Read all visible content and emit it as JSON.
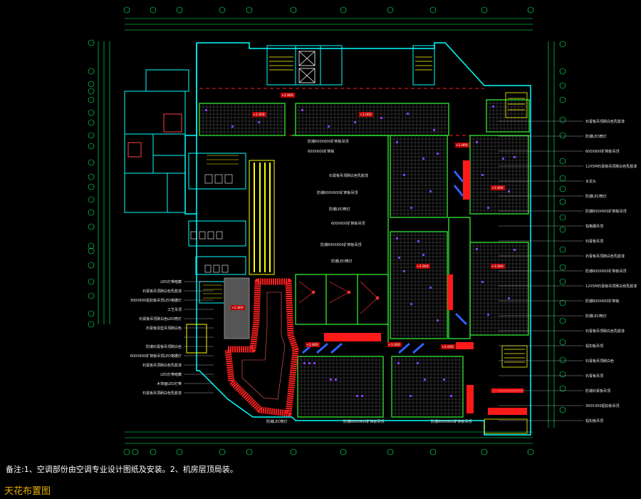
{
  "note_text": "备注:1、空调部份由空调专业设计图纸及安装。2、机房层顶局装。",
  "drawing_title": "天花布置图",
  "colors": {
    "background": "#000000",
    "grid_axis": "#00ff66",
    "wall": "#00ffff",
    "ceiling_grid": "#bbbbbb",
    "room_outline": "#33ff33",
    "accent_red": "#ff2020",
    "accent_yellow": "#ffff00",
    "accent_blue": "#3060ff",
    "title": "#e8b000"
  },
  "callouts_left": [
    "LED灯带暗藏",
    "石膏板吊顶刷白色乳胶漆",
    "300X600铝扣板吊顶LED格栅灯",
    "工艺吊顶",
    "石膏板吊顶刷白色LED筒灯",
    "石膏板造型吊顶刷白色",
    "",
    "防潮石膏板吊顶刷白色",
    "600X600矿棉板吊顶LED格栅灯",
    "石膏板吊顶刷白色乳胶漆",
    "LED灯带暗藏",
    "木饰面LED灯带",
    "石膏板吊顶刷白色乳胶漆"
  ],
  "callouts_right": [
    "石膏板吊顶刷白色乳胶漆",
    "防潮LED筒灯",
    "600X600矿棉板吊顶",
    "12X5M石膏板吊顶刷白色乳胶漆",
    "水龙头",
    "防潮LED筒灯",
    "防潮600X600矿棉板吊顶",
    "铝格栅吊顶",
    "石膏板吊顶",
    "石膏板吊顶刷白色乳胶漆",
    "防潮600X600矿棉板吊顶",
    "12X5M石膏板吊顶刷白色乳胶漆",
    "防潮600X600矿棉板",
    "防潮LED筒灯",
    "石膏板吊顶刷白色乳胶漆",
    "铝扣板吊顶",
    "石膏板吊顶刷白色",
    "石膏板吊顶",
    "防潮石膏板吊顶",
    "300X300铝扣板吊顶",
    "铝扣板吊顶"
  ],
  "center_labels": [
    "防潮600X600矿棉板吊顶",
    "600X600矿棉板",
    "石膏板吊顶刷白色乳胶漆",
    "防潮600X600矿棉板吊顶",
    "防潮LED筒灯",
    "600X600矿棉板吊顶",
    "防潮600X600矿棉板吊顶",
    "防潮LED筒灯"
  ],
  "bottom_labels": [
    "防潮LED筒灯",
    "防潮600X600矿棉板吊顶",
    "防潮600X600矿棉板吊顶"
  ],
  "level_marks": [
    "+2.800",
    "+2.600",
    "+3.000",
    "+2.800",
    "+2.800",
    "+2.600",
    "+3.000",
    "+2.800",
    "+3.000",
    "+2.600",
    "+2.800"
  ]
}
